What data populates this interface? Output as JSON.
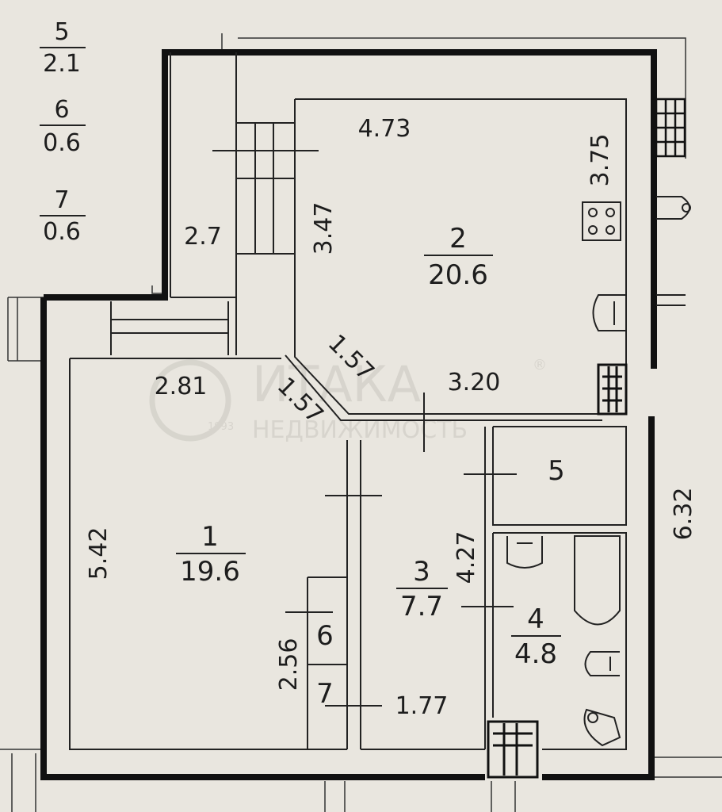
{
  "legend": [
    {
      "room": "5",
      "area": "2.1"
    },
    {
      "room": "6",
      "area": "0.6"
    },
    {
      "room": "7",
      "area": "0.6"
    }
  ],
  "rooms": [
    {
      "number": "1",
      "area": "19.6"
    },
    {
      "number": "2",
      "area": "20.6"
    },
    {
      "number": "3",
      "area": "7.7"
    },
    {
      "number": "4",
      "area": "4.8"
    },
    {
      "number": "5"
    },
    {
      "number": "6"
    },
    {
      "number": "7"
    }
  ],
  "dimensions": {
    "d_473": "4.73",
    "d_375": "3.75",
    "d_347": "3.47",
    "d_27": "2.7",
    "d_157a": "1.57",
    "d_157b": "1.57",
    "d_320": "3.20",
    "d_281": "2.81",
    "d_542": "5.42",
    "d_632": "6.32",
    "d_427": "4.27",
    "d_256": "2.56",
    "d_177": "1.77"
  },
  "watermark": {
    "brand": "ИТАКА",
    "registered": "®",
    "subtitle": "НЕДВИЖИМОСТЬ",
    "year": "1993"
  }
}
